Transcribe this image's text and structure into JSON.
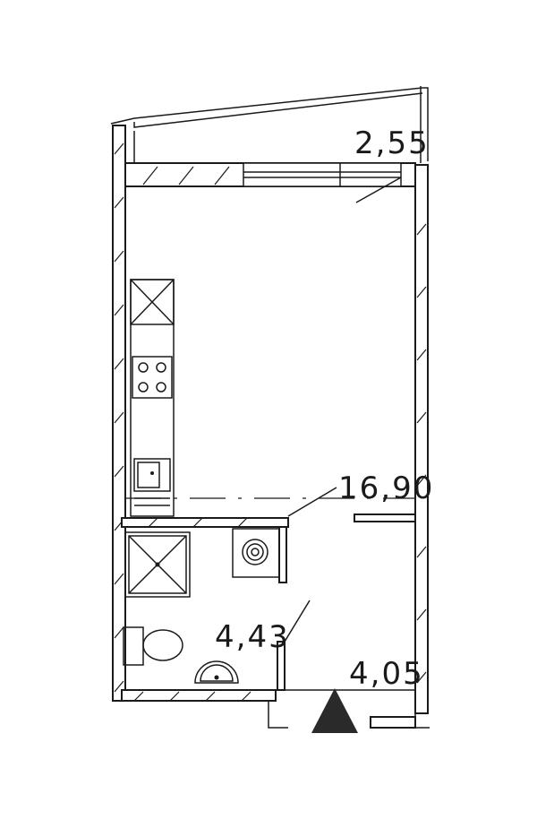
{
  "plan": {
    "areas": {
      "balcony": "2,55",
      "living_room": "16,90",
      "bathroom": "4,43",
      "hallway": "4,05"
    },
    "entrance_marker": "entrance-arrow-icon",
    "fixtures": [
      "sink-icon",
      "stove-icon",
      "shower-icon",
      "toilet-icon",
      "washbasin-icon",
      "washing-machine-icon"
    ]
  }
}
